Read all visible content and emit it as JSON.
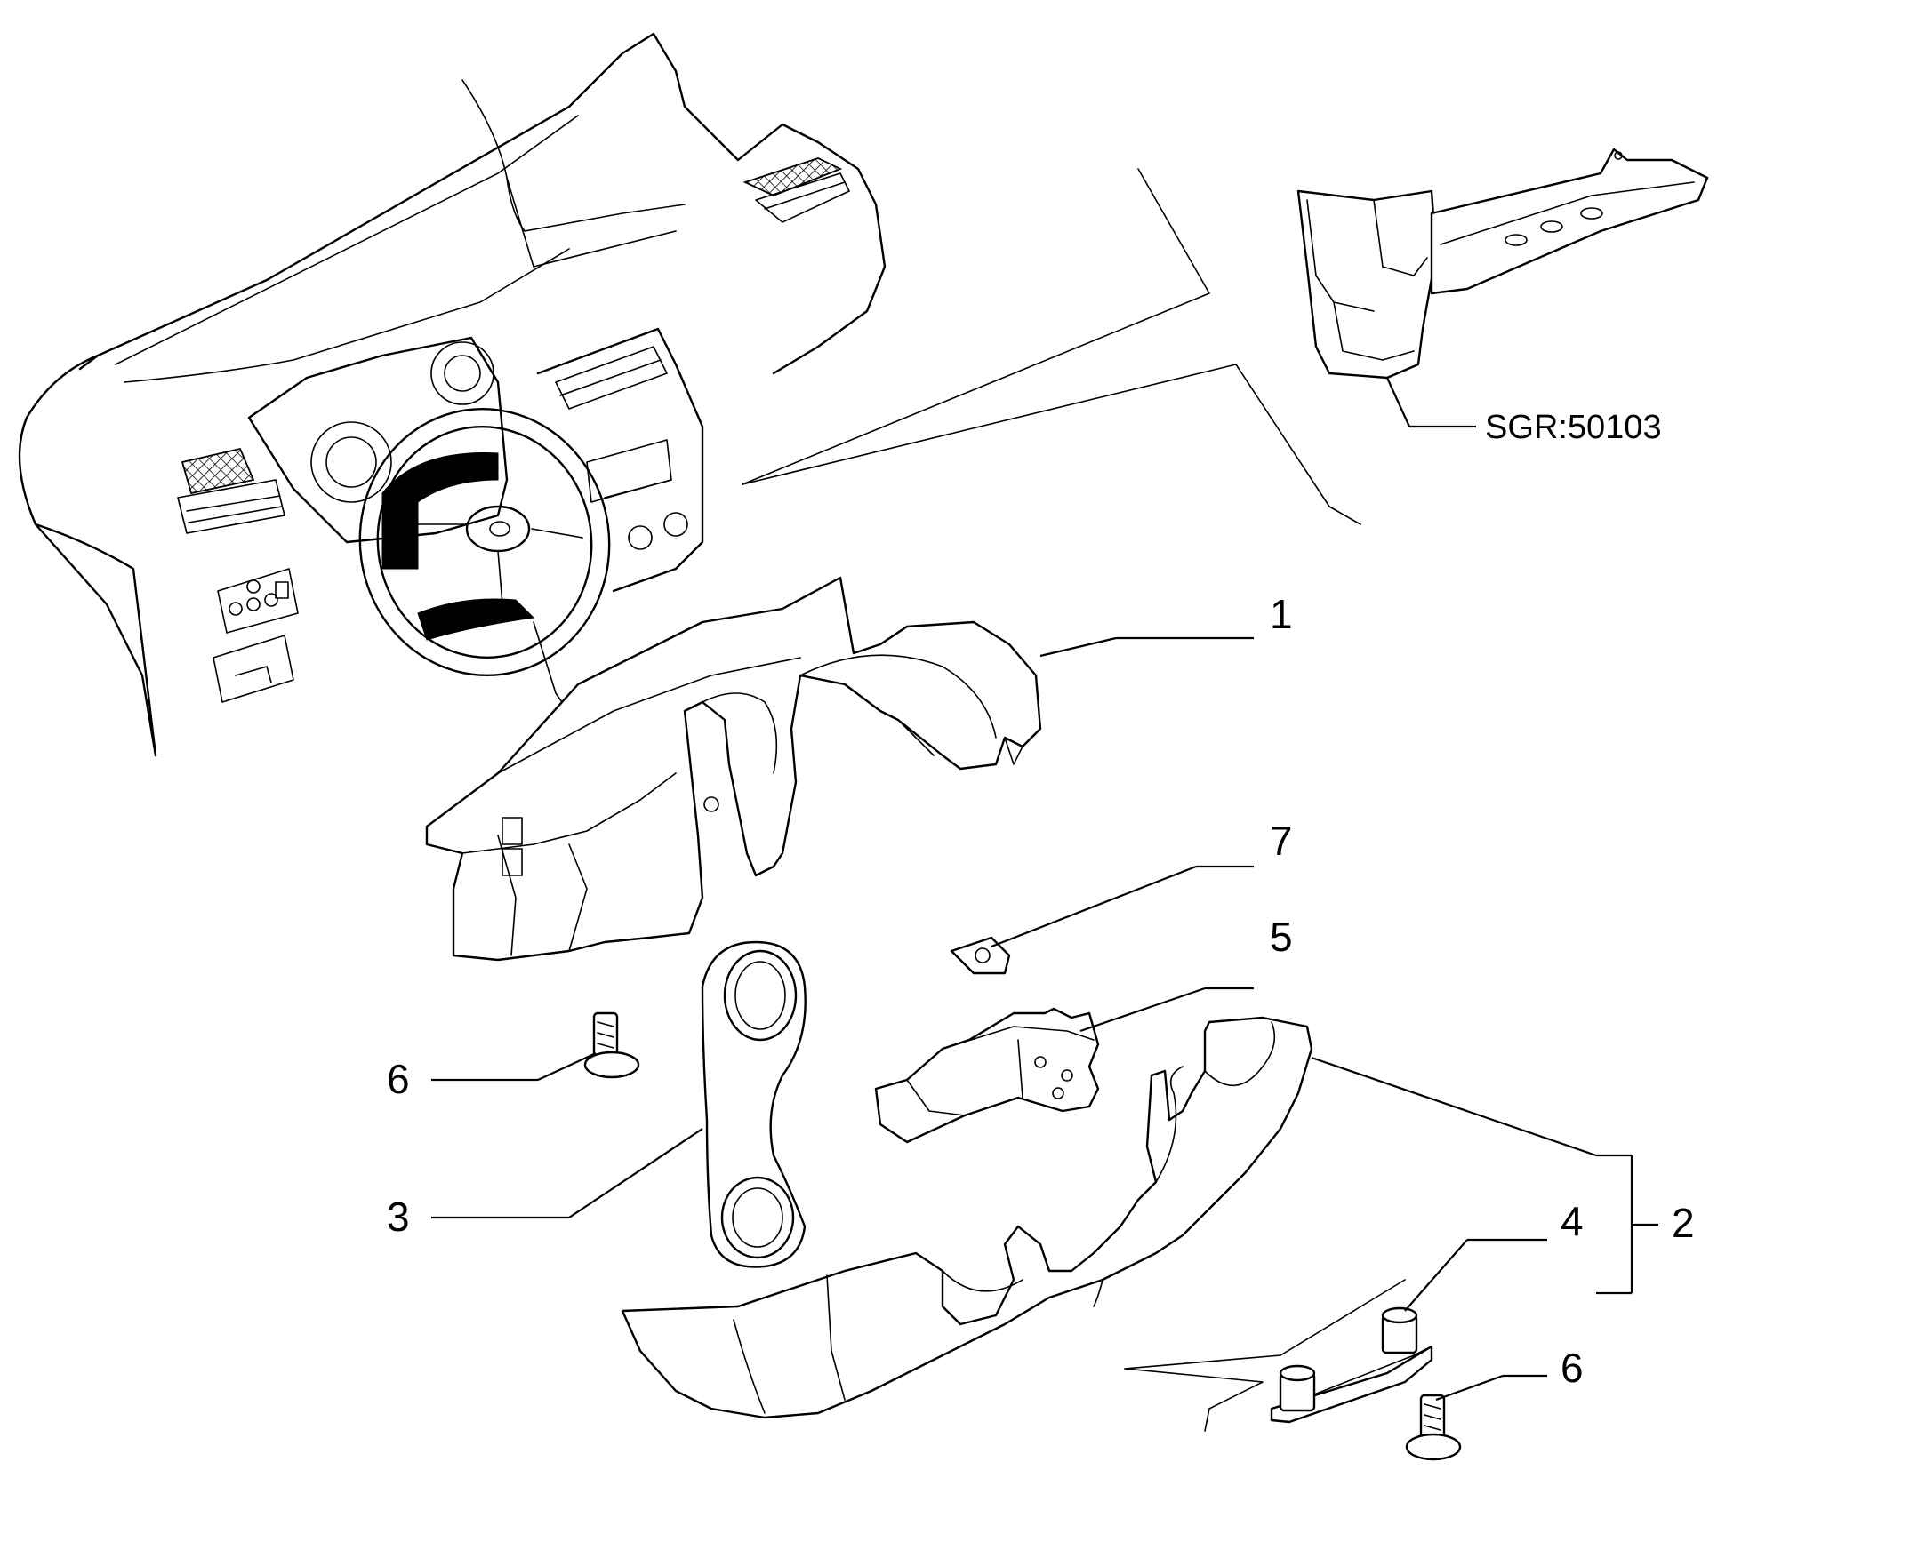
{
  "diagram": {
    "callouts": [
      {
        "id": "1",
        "text": "1"
      },
      {
        "id": "7",
        "text": "7"
      },
      {
        "id": "5",
        "text": "5"
      },
      {
        "id": "6a",
        "text": "6"
      },
      {
        "id": "3",
        "text": "3"
      },
      {
        "id": "2",
        "text": "2"
      },
      {
        "id": "4",
        "text": "4"
      },
      {
        "id": "6b",
        "text": "6"
      }
    ],
    "reference": "SGR:50103"
  }
}
